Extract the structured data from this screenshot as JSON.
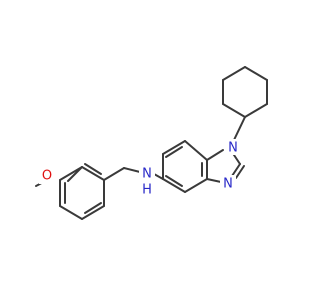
{
  "molecule": {
    "colors": {
      "bond": "#3a3a3a",
      "nitrogen": "#2828c8",
      "oxygen": "#e01010",
      "carbon": "#3a3a3a"
    },
    "atom_labels": {
      "n_ring_top": "N",
      "n_ring_bottom": "N",
      "n_amine": "N",
      "h_amine": "H",
      "o_methoxy": "O"
    }
  }
}
